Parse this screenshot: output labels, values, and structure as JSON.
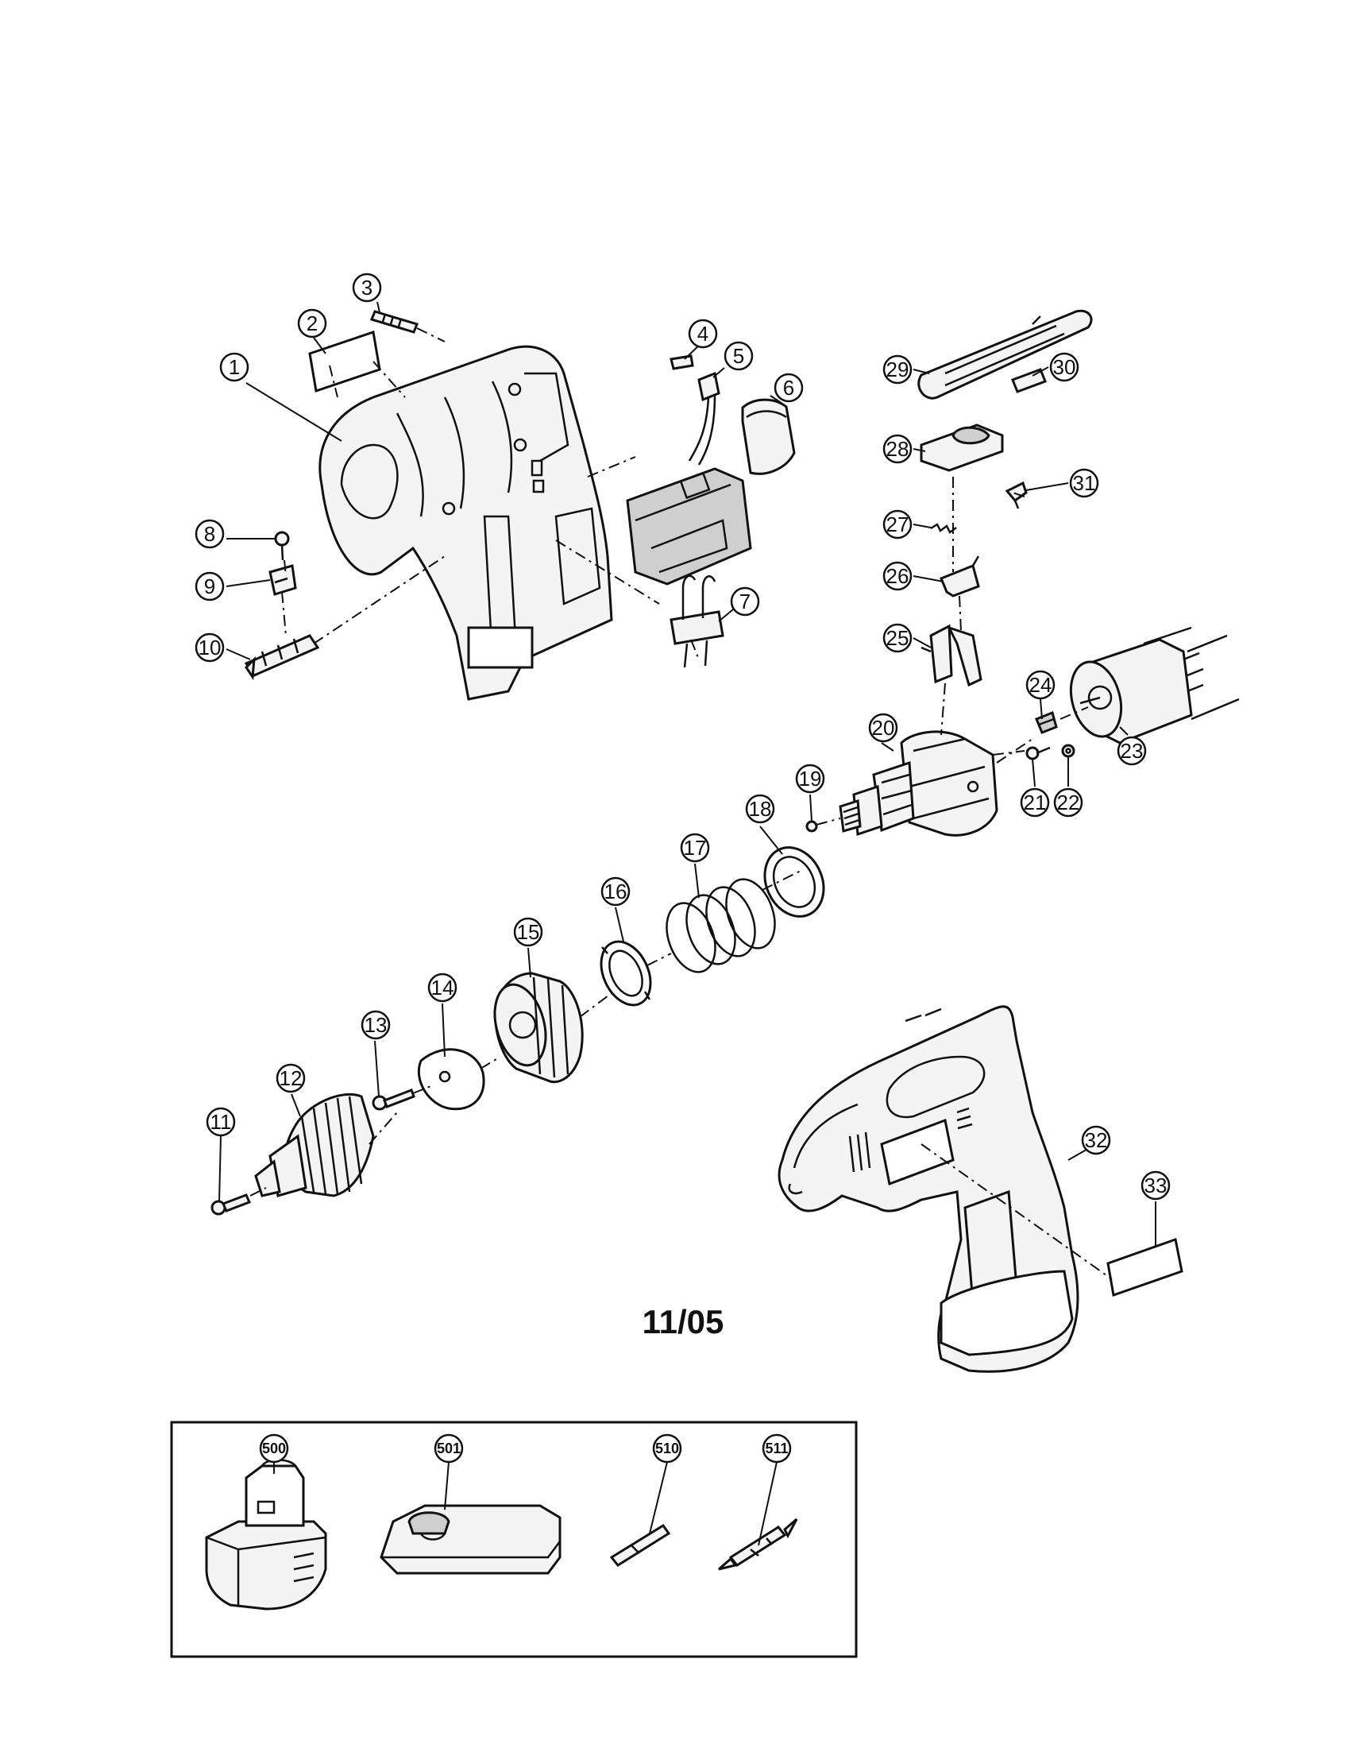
{
  "date_code": "11/05",
  "callouts": {
    "p1": "1",
    "p2": "2",
    "p3": "3",
    "p4": "4",
    "p5": "5",
    "p6": "6",
    "p7": "7",
    "p8": "8",
    "p9": "9",
    "p10": "10",
    "p11": "11",
    "p12": "12",
    "p13": "13",
    "p14": "14",
    "p15": "15",
    "p16": "16",
    "p17": "17",
    "p18": "18",
    "p19": "19",
    "p20": "20",
    "p21": "21",
    "p22": "22",
    "p23": "23",
    "p24": "24",
    "p25": "25",
    "p26": "26",
    "p27": "27",
    "p28": "28",
    "p29": "29",
    "p30": "30",
    "p31": "31",
    "p32": "32",
    "p33": "33"
  },
  "accessories": {
    "a500": "500",
    "a501": "501",
    "a510": "510",
    "a511": "511"
  }
}
